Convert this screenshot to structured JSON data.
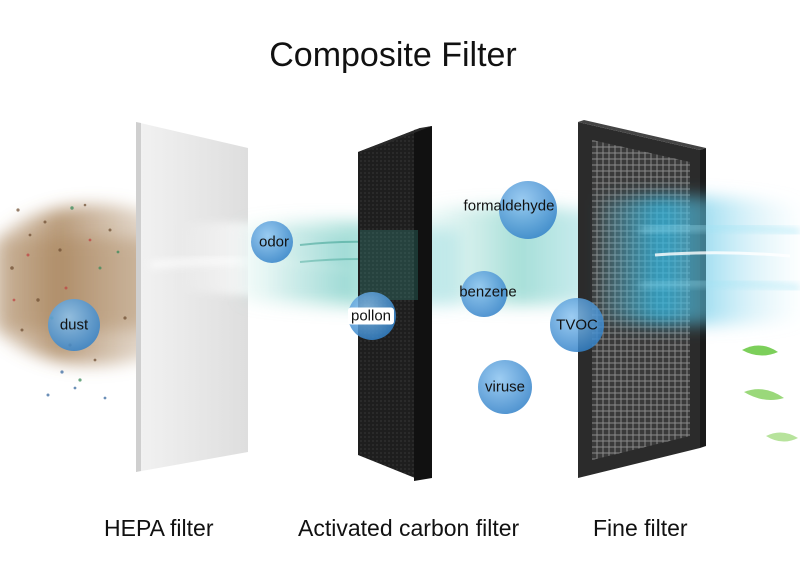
{
  "title": "Composite Filter",
  "filters": [
    {
      "label": "HEPA filter"
    },
    {
      "label": "Activated carbon filter"
    },
    {
      "label": "Fine filter"
    }
  ],
  "pollutants": [
    {
      "label": "odor"
    },
    {
      "label": "dust"
    },
    {
      "label": "pollon"
    },
    {
      "label": "formaldehyde"
    },
    {
      "label": "benzene"
    },
    {
      "label": "TVOC"
    },
    {
      "label": "viruse"
    }
  ],
  "colors": {
    "dirty_air": "#a0784c",
    "clean_air": "#5ec4e0",
    "bubble": "#3f8fd0",
    "carbon_filter": "#1c1c1c"
  }
}
